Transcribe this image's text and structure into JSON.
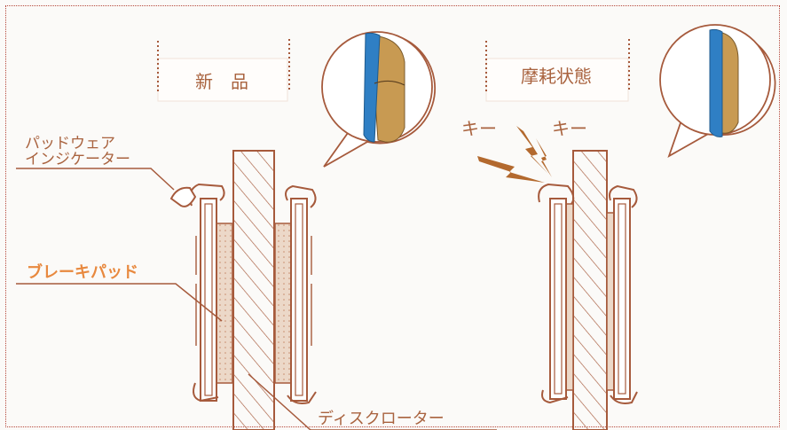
{
  "labels": {
    "new": "新　品",
    "worn": "摩耗状態",
    "indicator_line1": "パッドウェア",
    "indicator_line2": "インジケーター",
    "brake_pad": "ブレーキパッド",
    "disc_rotor": "ディスクローター",
    "squeal_left": "キー",
    "squeal_right": "キー"
  },
  "colors": {
    "line": "#a65a3c",
    "label_text": "#a9633f",
    "brake_pad_label": "#e8893f",
    "pad_fill": "#ecd8c8",
    "pad_dots": "#c78a6b",
    "pad_icon_tan": "#c89a52",
    "pad_icon_blue": "#2f7fc4",
    "frame_border": "#b5473a",
    "lightning": "#b3692e"
  }
}
